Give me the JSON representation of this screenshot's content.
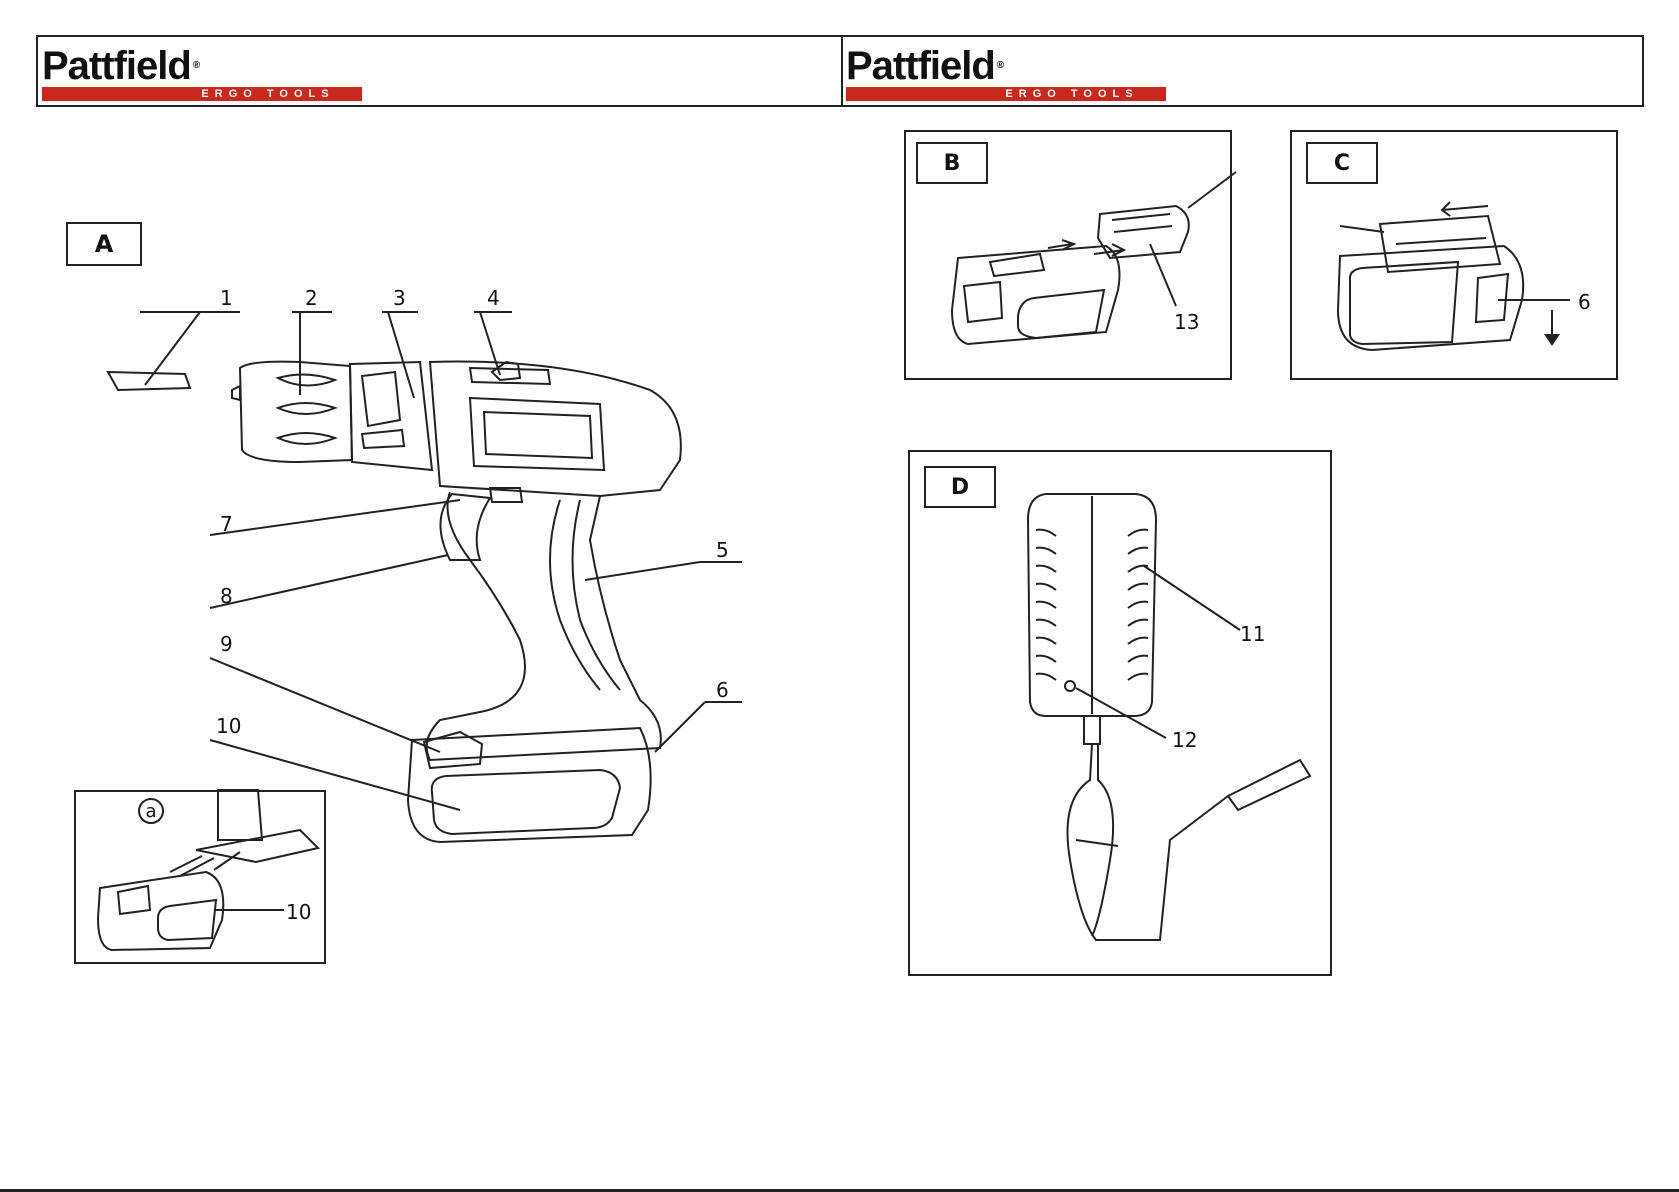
{
  "header": {
    "logo_left": {
      "word": "Pattfield",
      "mark": "®",
      "tagline": "ERGO TOOLS"
    },
    "logo_right": {
      "word": "Pattfield",
      "mark": "®",
      "tagline": "ERGO TOOLS"
    }
  },
  "figures": {
    "a": {
      "label": "A",
      "callouts": [
        "1",
        "2",
        "3",
        "4",
        "5",
        "6",
        "7",
        "8",
        "9",
        "10"
      ]
    },
    "inset": {
      "label": "a",
      "callout": "10"
    },
    "b": {
      "label": "B",
      "callout": "13"
    },
    "c": {
      "label": "C",
      "callout": "6"
    },
    "d": {
      "label": "D",
      "callouts": [
        "11",
        "12"
      ]
    }
  },
  "colors": {
    "brand_red": "#c8281e",
    "line": "#222222"
  }
}
